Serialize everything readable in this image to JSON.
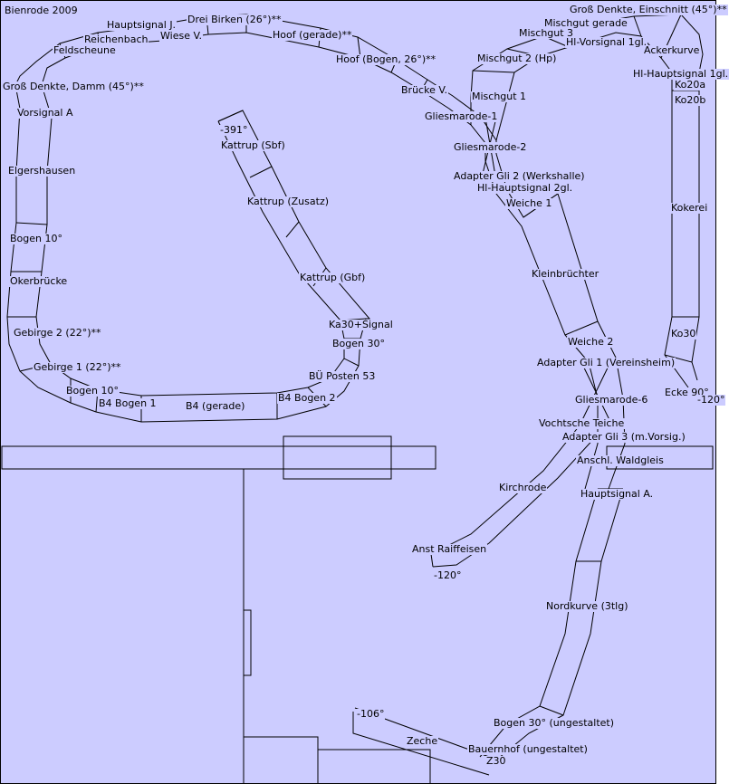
{
  "title": "Bienrode 2009",
  "labels": [
    "Hauptsignal J.",
    "Drei Birken (26°)**",
    "Reichenbach",
    "Wiese V.",
    "Feldscheune",
    "Hoof (gerade)**",
    "Hoof (Bogen, 26°)**",
    "Groß Denkte, Damm (45°)**",
    "Vorsignal A",
    "Elgershausen",
    "Bogen 10°",
    "Okerbrücke",
    "Gebirge 2 (22°)**",
    "Gebirge 1 (22°)**",
    "Bogen 10°",
    "B4 Bogen 1",
    "B4 (gerade)",
    "B4 Bogen 2",
    "BÜ Posten 53",
    "Bogen 30°",
    "Ka30+Signal",
    "Kattrup (Gbf)",
    "Kattrup (Zusatz)",
    "Kattrup (Sbf)",
    "-391°",
    "Brücke V.",
    "Gliesmarode-1",
    "Gliesmarode-2",
    "Adapter Gli 2 (Werkshalle)",
    "Hl-Hauptsignal 2gl.",
    "Weiche 1",
    "Kleinbrüchter",
    "Weiche 2",
    "Adapter Gli 1 (Vereinsheim)",
    "Gliesmarode-6",
    "Vochtsche Teiche",
    "Adapter Gli 3 (m.Vorsig.)",
    "Anschl. Waldgleis",
    "Hauptsignal A.",
    "Kirchrode",
    "Anst Raiffeisen",
    "-120°",
    "Nordkurve (3tlg)",
    "Bogen 30° (ungestaltet)",
    "Bauernhof (ungestaltet)",
    "Z30",
    "Zeche",
    "-106°",
    "Mischgut 1",
    "Mischgut 2 (Hp)",
    "Mischgut 3",
    "Mischgut gerade",
    "Groß Denkte, Einschnitt (45°)**",
    "Hl-Vorsignal 1gl.",
    "Ackerkurve",
    "Hl-Hauptsignal 1gl.",
    "Ko20a",
    "Ko20b",
    "Kokerei",
    "Ko30",
    "Ecke 90°",
    "-120°"
  ]
}
